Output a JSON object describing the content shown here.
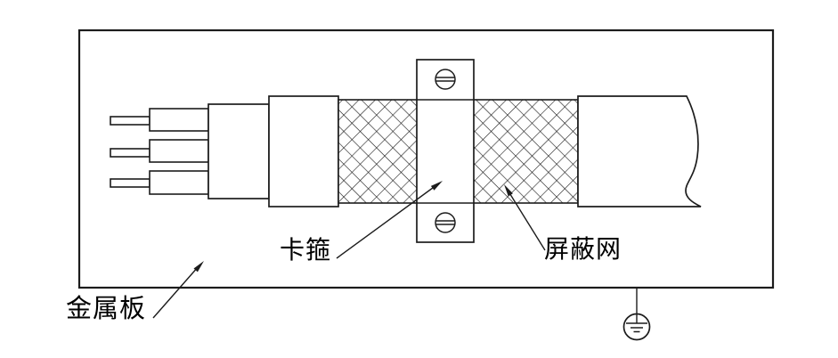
{
  "figure": {
    "type": "technical-line-diagram",
    "labels": {
      "clamp": "卡箍",
      "shield_mesh": "屏蔽网",
      "metal_plate": "金属板"
    },
    "icons": {
      "ground_symbol": "earth-ground-symbol",
      "screw_top": "slotted-screw-icon",
      "screw_bottom": "slotted-screw-icon"
    },
    "colors": {
      "line": "#1c1c1c",
      "background": "#ffffff"
    }
  }
}
